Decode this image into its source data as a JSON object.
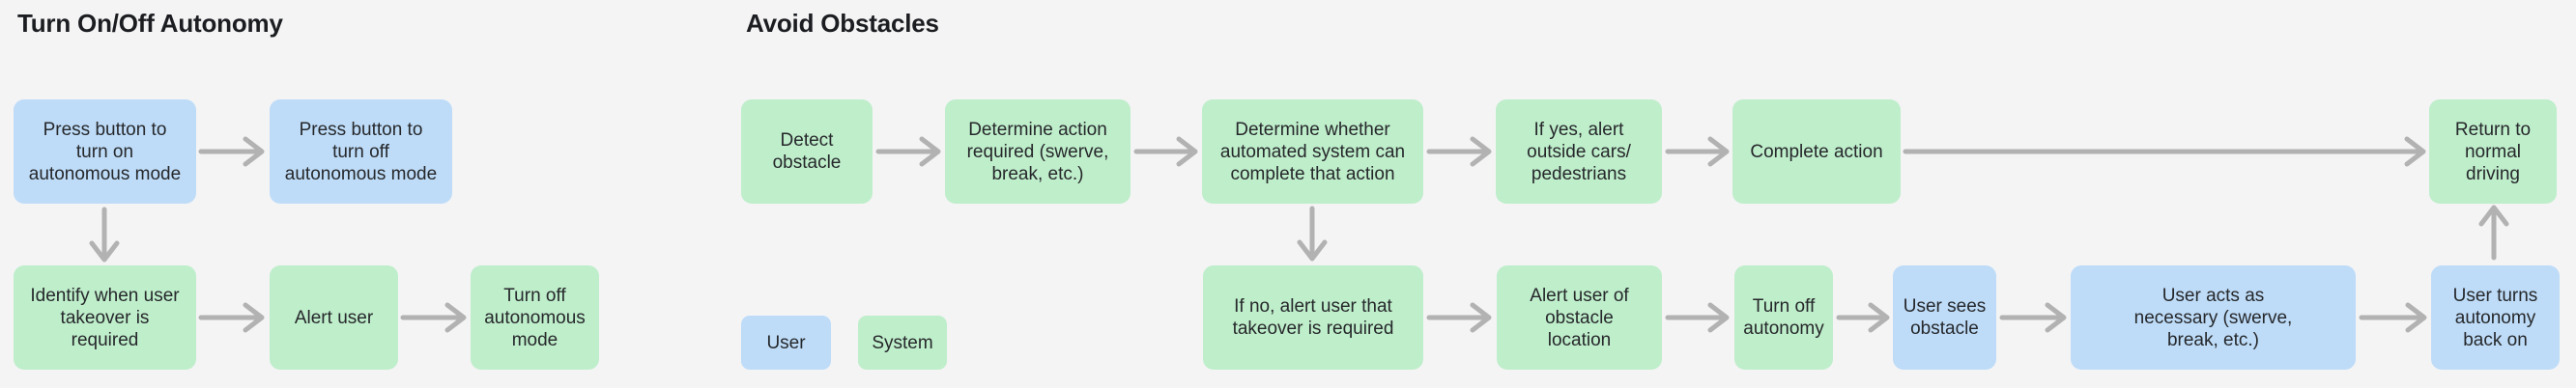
{
  "sections": {
    "left": {
      "title": "Turn On/Off Autonomy"
    },
    "right": {
      "title": "Avoid Obstacles"
    }
  },
  "colors": {
    "background": "#f4f4f5",
    "user": "#bedcf8",
    "system": "#bfeecb",
    "arrow": "#b2b2b2",
    "text": "#26282b",
    "title": "#1b1d20"
  },
  "legend": {
    "user": {
      "label": "User",
      "type": "user"
    },
    "system": {
      "label": "System",
      "type": "system"
    }
  },
  "nodes": {
    "press_on": {
      "label": "Press button to\nturn on\nautonomous mode",
      "type": "user"
    },
    "press_off": {
      "label": "Press button to\nturn off\nautonomous mode",
      "type": "user"
    },
    "identify": {
      "label": "Identify when user\ntakeover is\nrequired",
      "type": "system"
    },
    "alert_user": {
      "label": "Alert user",
      "type": "system"
    },
    "turn_off_mode": {
      "label": "Turn off\nautonomous\nmode",
      "type": "system"
    },
    "detect_obstacle": {
      "label": "Detect\nobstacle",
      "type": "system"
    },
    "determine_action": {
      "label": "Determine action\nrequired (swerve,\nbreak, etc.)",
      "type": "system"
    },
    "determine_whether": {
      "label": "Determine whether\nautomated system can\ncomplete that action",
      "type": "system"
    },
    "if_yes": {
      "label": "If yes, alert\noutside cars/\npedestrians",
      "type": "system"
    },
    "complete_action": {
      "label": "Complete action",
      "type": "system"
    },
    "return_normal": {
      "label": "Return to\nnormal\ndriving",
      "type": "system"
    },
    "if_no": {
      "label": "If no, alert user that\ntakeover is required",
      "type": "system"
    },
    "alert_location": {
      "label": "Alert user of\nobstacle\nlocation",
      "type": "system"
    },
    "turn_off_autonomy": {
      "label": "Turn off\nautonomy",
      "type": "system"
    },
    "user_sees": {
      "label": "User sees\nobstacle",
      "type": "user"
    },
    "user_acts": {
      "label": "User acts as\nnecessary (swerve,\nbreak, etc.)",
      "type": "user"
    },
    "user_turns": {
      "label": "User turns\nautonomy\nback on",
      "type": "user"
    }
  }
}
